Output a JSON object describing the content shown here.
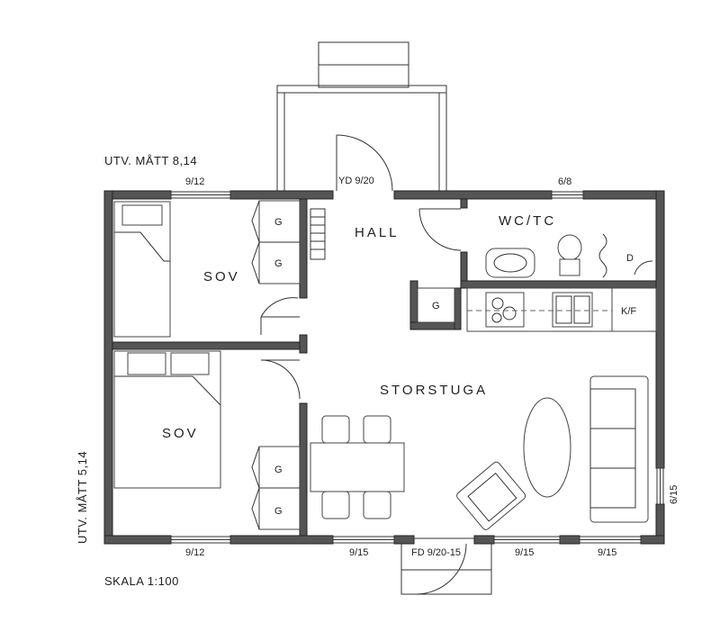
{
  "notes": {
    "width": "UTV. MÅTT 8,14",
    "depth": "UTV. MÅTT 5,14",
    "scale": "SKALA 1:100"
  },
  "rooms": {
    "hall": "HALL",
    "wc": "WC/TC",
    "sov_top": "SOV",
    "sov_bottom": "SOV",
    "storstuga": "STORSTUGA"
  },
  "openings": {
    "top_left_window": "9/12",
    "entry_door": "YD 9/20",
    "wc_window": "6/8",
    "bottom_left_window": "9/12",
    "bottom_window_1": "9/15",
    "french_door": "FD 9/20-15",
    "bottom_window_2": "9/15",
    "bottom_window_3": "9/15",
    "right_window": "6/15"
  },
  "fixtures": {
    "wardrobe_tag": "G",
    "dryer_tag": "D",
    "kitchen_tag": "K/F"
  }
}
